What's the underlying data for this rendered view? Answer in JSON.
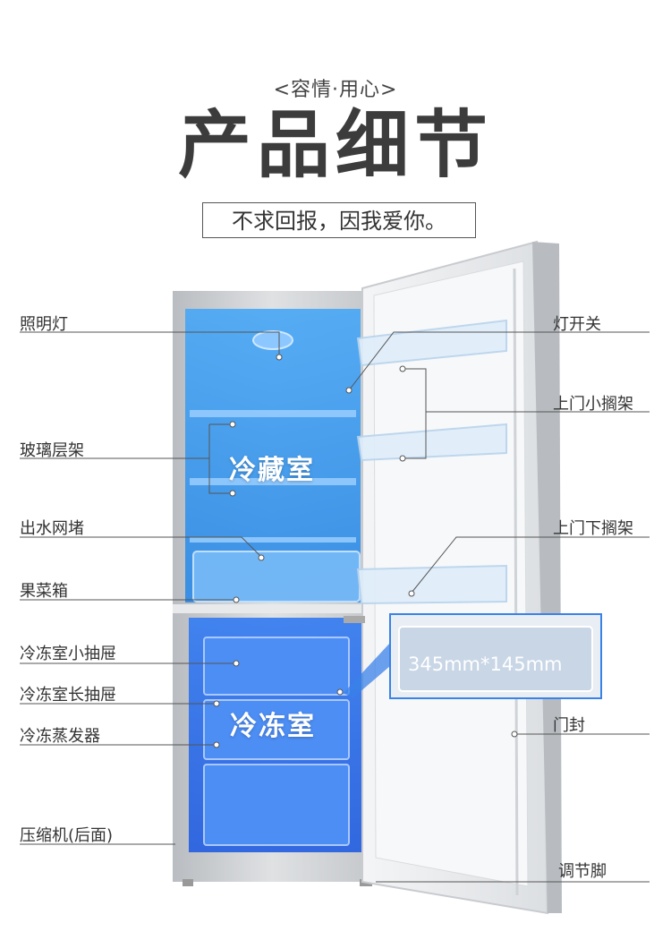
{
  "header": {
    "subtitle": "<容情·用心>",
    "title": "产品细节",
    "slogan": "不求回报，因我爱你。"
  },
  "zones": {
    "fridge": "冷藏室",
    "freezer": "冷冻室"
  },
  "dimension": "345mm*145mm",
  "labels_left": [
    {
      "text": "照明灯"
    },
    {
      "text": "玻璃层架"
    },
    {
      "text": "出水网堵"
    },
    {
      "text": "果菜箱"
    },
    {
      "text": "冷冻室小抽屉"
    },
    {
      "text": "冷冻室长抽屉"
    },
    {
      "text": "冷冻蒸发器"
    },
    {
      "text": "压缩机(后面)"
    }
  ],
  "labels_right": [
    {
      "text": "灯开关"
    },
    {
      "text": "上门小搁架"
    },
    {
      "text": "上门下搁架"
    },
    {
      "text": "门封"
    },
    {
      "text": "调节脚"
    }
  ],
  "colors": {
    "fridge_zone": "#3f9bf0",
    "freezer_zone": "#2f6fe8",
    "body": "#d4d6d9",
    "leader_line": "#555555"
  }
}
